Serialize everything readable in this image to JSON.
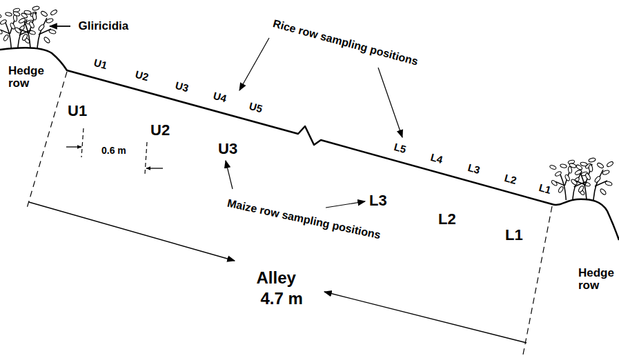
{
  "diagram": {
    "labels": [
      "Gliricidia",
      "Rice row sampling positions",
      "Hedge row",
      "U1",
      "U2",
      "U3",
      "U4",
      "U5",
      "U1",
      "U2",
      "U3",
      "0.6 m",
      "L5",
      "L4",
      "L3",
      "L2",
      "L1",
      "Maize row sampling positions",
      "L3",
      "L2",
      "L1",
      "Alley",
      "4.7 m",
      "Hedge row"
    ]
  }
}
